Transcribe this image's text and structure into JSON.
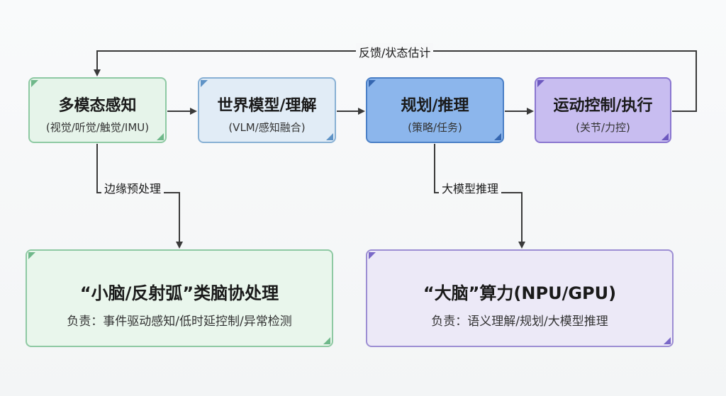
{
  "nodes": {
    "perception": {
      "title": "多模态感知",
      "sub": "(视觉/听觉/触觉/IMU)"
    },
    "world": {
      "title": "世界模型/理解",
      "sub": "(VLM/感知融合)"
    },
    "plan": {
      "title": "规划/推理",
      "sub": "(策略/任务)"
    },
    "motion": {
      "title": "运动控制/执行",
      "sub": "(关节/力控)"
    },
    "cerebellum": {
      "title": "“小脑/反射弧”类脑协处理",
      "sub": "负责：事件驱动感知/低时延控制/异常检测"
    },
    "brain": {
      "title": "“大脑”算力(NPU/GPU)",
      "sub": "负责：语义理解/规划/大模型推理"
    }
  },
  "edges": {
    "feedback": "反馈/状态估计",
    "edge_pre": "边缘预处理",
    "big_model": "大模型推理"
  },
  "colors": {
    "green": "#8ec9a3",
    "blue": "#88b0d4",
    "plan_blue": "#4a7fc6",
    "purple": "#8a76d0",
    "arrow": "#3a3a3a"
  }
}
